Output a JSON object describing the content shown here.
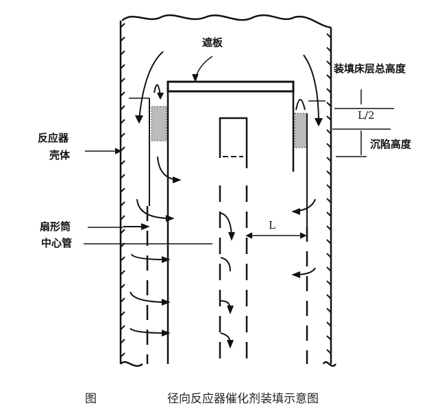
{
  "labels": {
    "baffle": "遮板",
    "total_bed_height": "装填床层总高度",
    "half_l": "L/2",
    "settling_height": "沉陷高度",
    "reactor_shell_line1": "反应器",
    "reactor_shell_line2": "壳体",
    "scallop": "扇形筒",
    "center_pipe": "中心管",
    "l": "L"
  },
  "caption": {
    "figure": "图",
    "title": "径向反应器催化剂装填示意图"
  }
}
